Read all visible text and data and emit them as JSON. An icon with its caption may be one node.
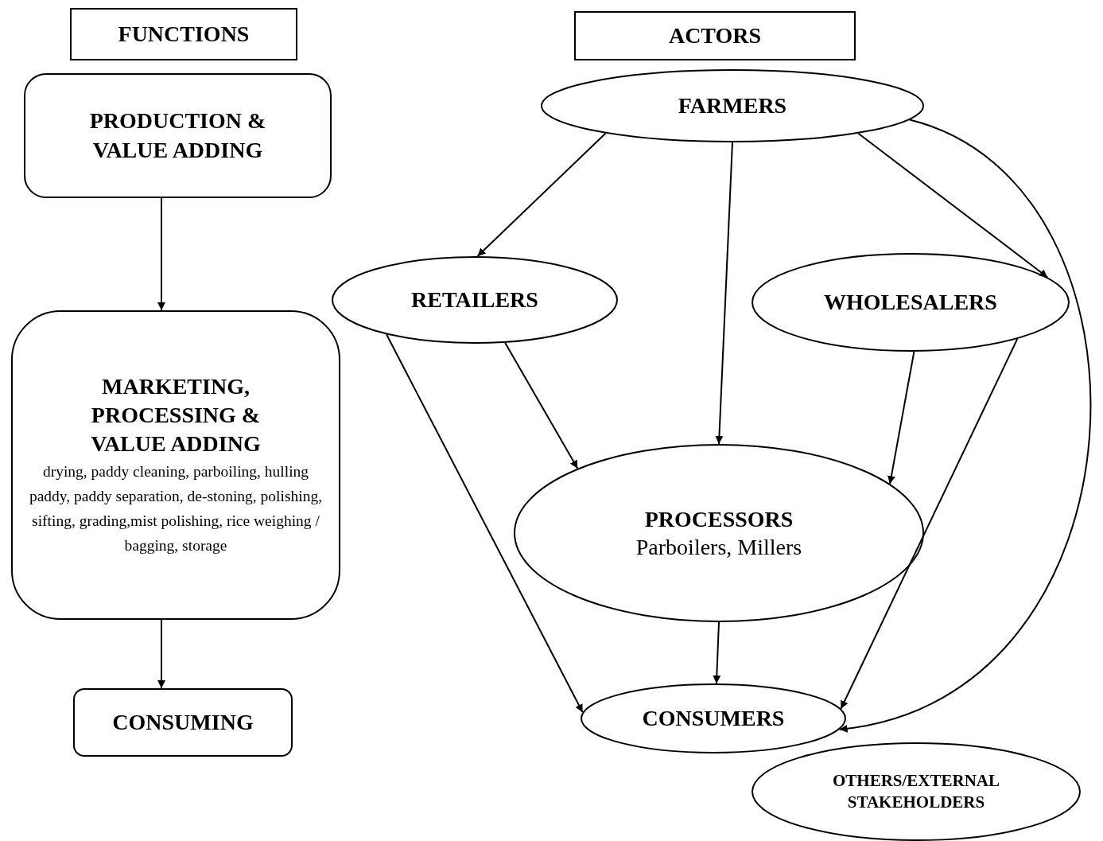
{
  "diagram": {
    "nodes": [
      {
        "text": [
          "FUNCTIONS"
        ]
      },
      {
        "text": [
          "ACTORS"
        ]
      },
      {
        "text": [
          "PRODUCTION & VALUE ADDING"
        ]
      },
      {
        "text": [
          "MARKETING, PROCESSING & VALUE ADDING",
          "drying, paddy cleaning, parboiling, hulling paddy, paddy separation, de-stoning, polishing, sifting, grading,mist polishing, rice weighing / bagging, storage"
        ]
      },
      {
        "text": [
          "CONSUMING"
        ]
      },
      {
        "text": [
          "FARMERS"
        ]
      },
      {
        "text": [
          "RETAILERS"
        ]
      },
      {
        "text": [
          "WHOLESALERS"
        ]
      },
      {
        "text": [
          "PROCESSORS",
          "Parboilers, Millers"
        ]
      },
      {
        "text": [
          "CONSUMERS"
        ]
      },
      {
        "text": [
          "OTHERS/EXTERNAL STAKEHOLDERS"
        ]
      }
    ],
    "edges": [
      {
        "from": 2,
        "to": 3,
        "arrow": "to"
      },
      {
        "from": 3,
        "to": 4,
        "arrow": "to"
      },
      {
        "from": 5,
        "to": 6,
        "arrow": "to"
      },
      {
        "from": 5,
        "to": 8,
        "arrow": "to"
      },
      {
        "from": 5,
        "to": 7,
        "arrow": "to"
      },
      {
        "from": 5,
        "to": 9,
        "arrow": "to"
      },
      {
        "from": 6,
        "to": 9,
        "arrow": "to"
      },
      {
        "from": 6,
        "to": 8,
        "arrow": "to"
      },
      {
        "from": 7,
        "to": 8,
        "arrow": "to"
      },
      {
        "from": 7,
        "to": 9,
        "arrow": "to"
      },
      {
        "from": 8,
        "to": 9,
        "arrow": "to"
      }
    ]
  }
}
